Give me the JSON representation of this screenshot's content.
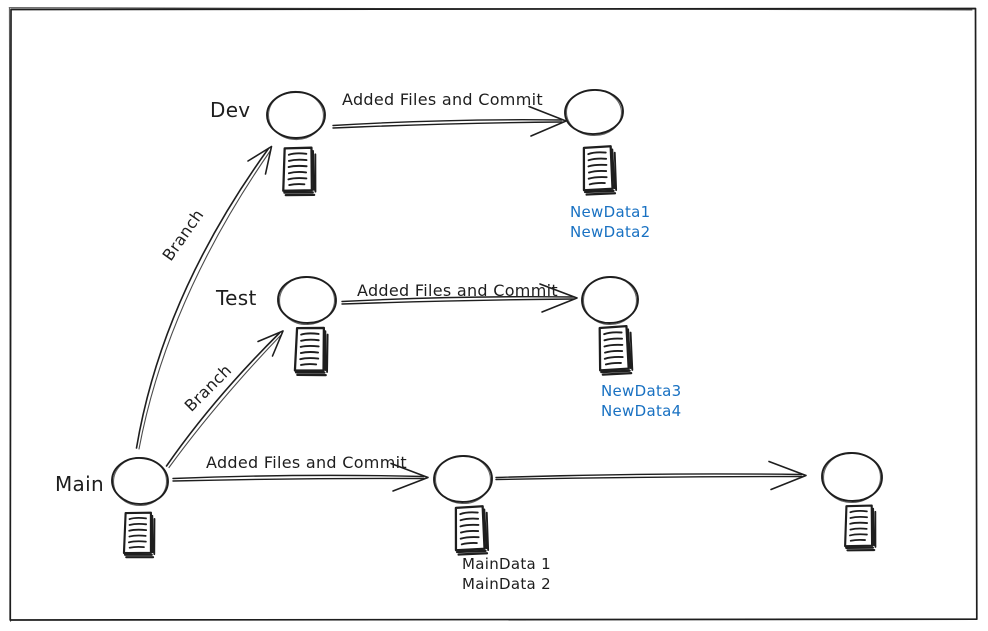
{
  "colors": {
    "ink": "#1e1e1e",
    "hachure_fill": "#74d6e6",
    "data_blue": "#1971c2",
    "background": "#ffffff"
  },
  "branch_edge_label": "Branch",
  "branch_rows": [
    {
      "name": "Dev",
      "edge_label": "Added Files and Commit",
      "data_files": [
        "NewData1",
        "NewData2"
      ]
    },
    {
      "name": "Test",
      "edge_label": "Added Files and Commit",
      "data_files": [
        "NewData3",
        "NewData4"
      ]
    },
    {
      "name": "Main",
      "edge_label": "Added Files and Commit",
      "data_files": [
        "MainData 1",
        "MainData 2"
      ]
    }
  ]
}
